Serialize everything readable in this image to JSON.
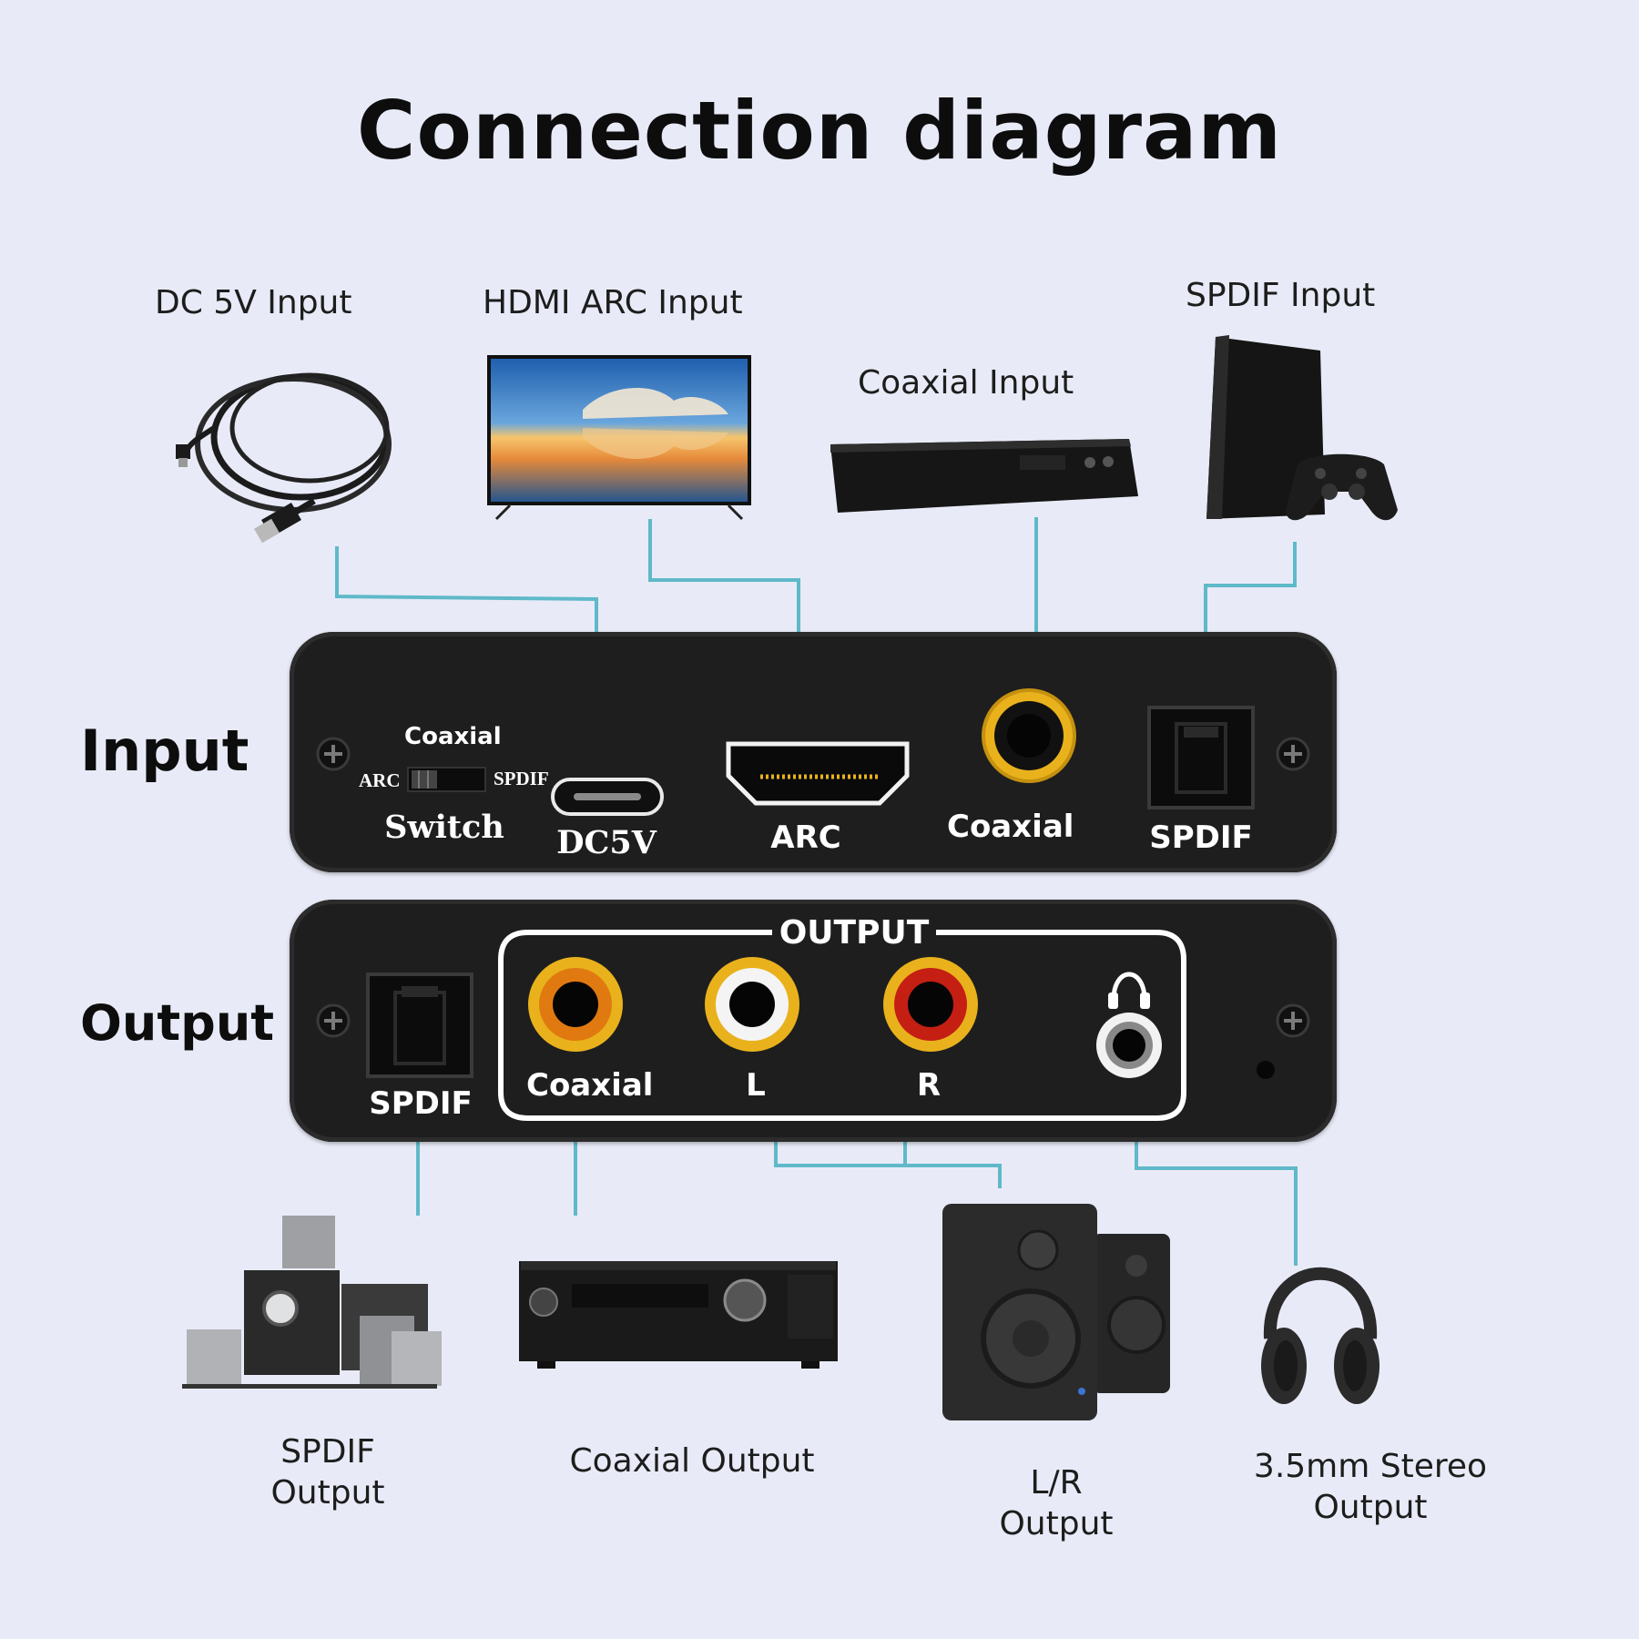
{
  "title": "Connection diagram",
  "top_devices": {
    "dc_input": "DC 5V Input",
    "hdmi_input": "HDMI ARC Input",
    "coaxial_input": "Coaxial Input",
    "spdif_input": "SPDIF Input"
  },
  "input_panel": {
    "side_label": "Input",
    "switch_top": "Coaxial",
    "switch_left": "ARC",
    "switch_right": "SPDIF",
    "switch_label": "Switch",
    "dc_port": "DC5V",
    "arc_port": "ARC",
    "coaxial_port": "Coaxial",
    "spdif_port": "SPDIF"
  },
  "output_panel": {
    "side_label": "Output",
    "group_label": "OUTPUT",
    "spdif_port": "SPDIF",
    "coaxial_port": "Coaxial",
    "left_port": "L",
    "right_port": "R"
  },
  "bottom_devices": {
    "spdif_output_1": "SPDIF",
    "spdif_output_2": "Output",
    "coaxial_output": "Coaxial Output",
    "lr_output_1": "L/R",
    "lr_output_2": "Output",
    "stereo_output": "3.5mm Stereo Output"
  },
  "colors": {
    "background": "#e8ebf7",
    "panel": "#1e1e1e",
    "connector_line": "#5fb9c9",
    "gold": "#e9b21c",
    "red_jack": "#c41f12",
    "white_jack": "#f4f4f4",
    "orange_jack": "#e07a10"
  }
}
